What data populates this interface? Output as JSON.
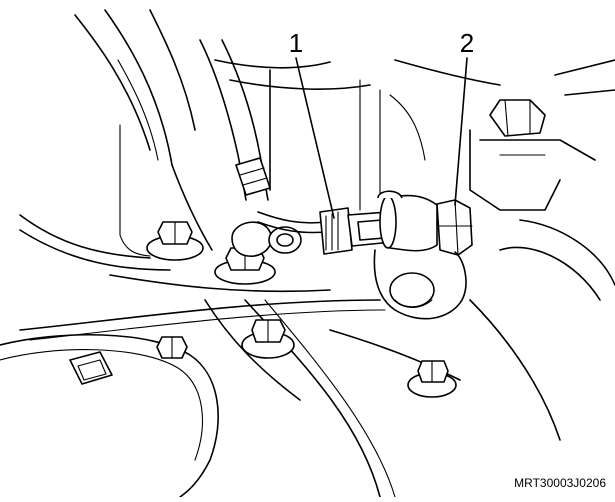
{
  "figure": {
    "callouts": [
      {
        "label": "1",
        "part": "connector"
      },
      {
        "label": "2",
        "part": "sensor-hex-nut"
      }
    ],
    "figure_code": "MRT30003J0206"
  }
}
